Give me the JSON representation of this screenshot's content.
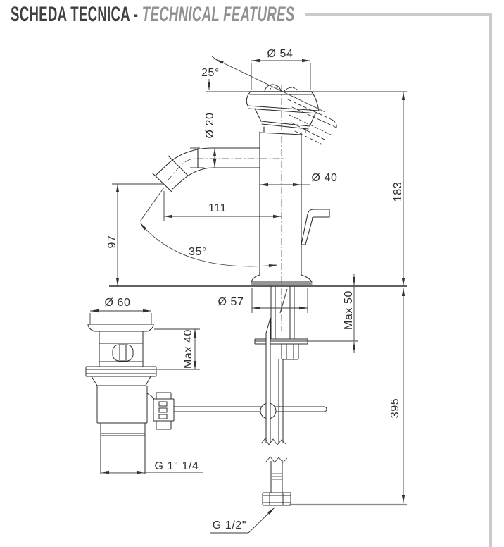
{
  "header": {
    "title_primary": "SCHEDA TECNICA - ",
    "title_secondary": "TECHNICAL FEATURES"
  },
  "colors": {
    "part_line": "#2d2d2d",
    "dim_line": "#3a3a3a",
    "frame": "#c9cacb",
    "baseline_gray": "#8a8a8a",
    "title_primary": "#3f4042",
    "title_secondary": "#8f9194"
  },
  "drawing": {
    "subject": "single-hole basin mixer with pop-up waste, side elevation",
    "dimensions": {
      "head_diameter": "Ø 54",
      "head_angle": "25°",
      "spout_diameter": "Ø 20",
      "body_diameter": "Ø 40",
      "height_above_deck": "183",
      "spout_reach": "111",
      "spout_height": "97",
      "swivel_angle": "35°",
      "base_diameter": "Ø 57",
      "deck_thickness_max": "Max 50",
      "waste_flange_diameter": "Ø 60",
      "waste_deck_thickness_max": "Max 40",
      "height_below_deck": "395",
      "waste_thread": "G 1\" 1/4",
      "supply_thread": "G 1/2\""
    }
  }
}
